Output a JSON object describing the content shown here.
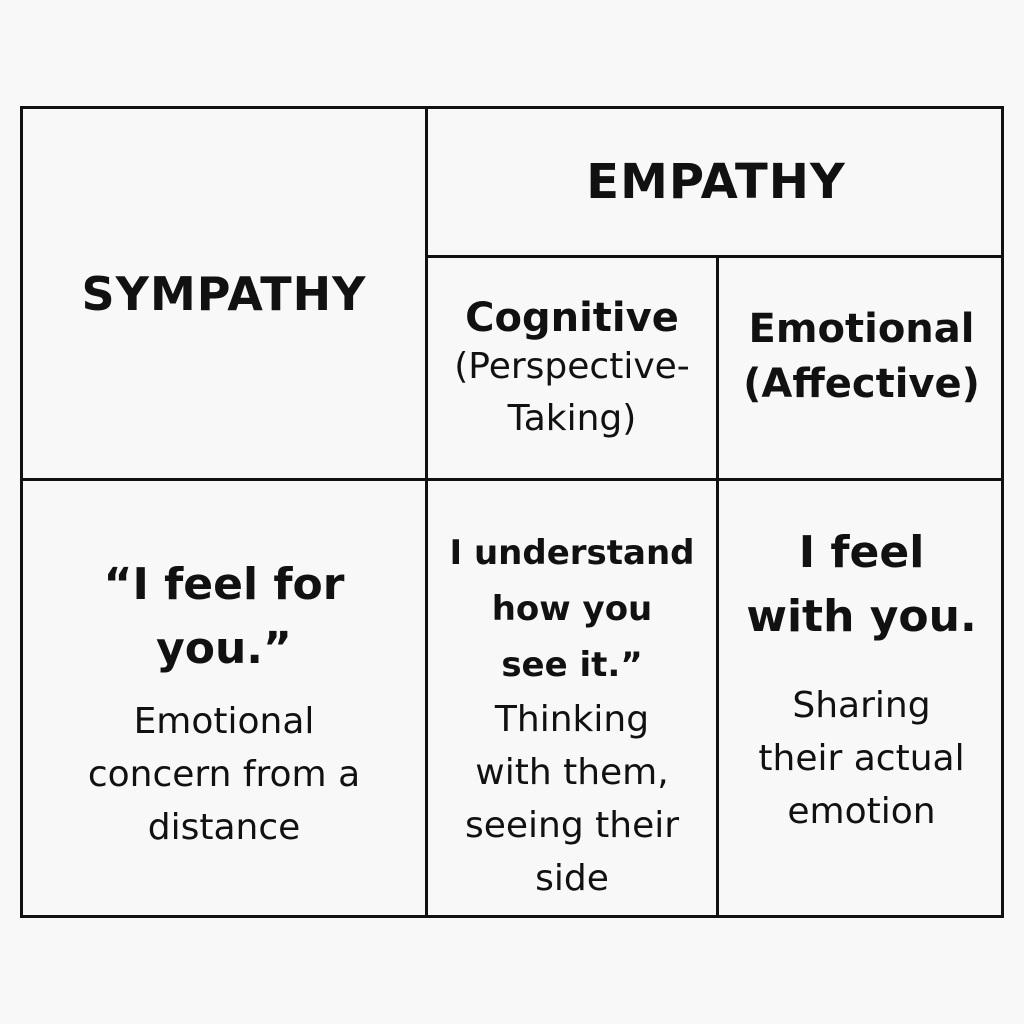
{
  "sympathy": {
    "title": "SYMPATHY",
    "quote_line1": "“I feel for",
    "quote_line2": "you.”",
    "desc_line1": "Emotional",
    "desc_line2": "concern from a",
    "desc_line3": "distance"
  },
  "empathy": {
    "title": "EMPATHY",
    "cognitive": {
      "title": "Cognitive",
      "paren_line1": "(Perspective-",
      "paren_line2": "Taking)",
      "quote_line1": "I understand",
      "quote_line2": "how you",
      "quote_line3": "see it.”",
      "desc_line1": "Thinking",
      "desc_line2": "with them,",
      "desc_line3": "seeing their",
      "desc_line4": "side"
    },
    "emotional": {
      "title": "Emotional",
      "paren_line1": "(Affective)",
      "quote_line1": "I feel",
      "quote_line2": "with you.",
      "desc_line1": "Sharing",
      "desc_line2": "their actual",
      "desc_line3": "emotion"
    }
  }
}
